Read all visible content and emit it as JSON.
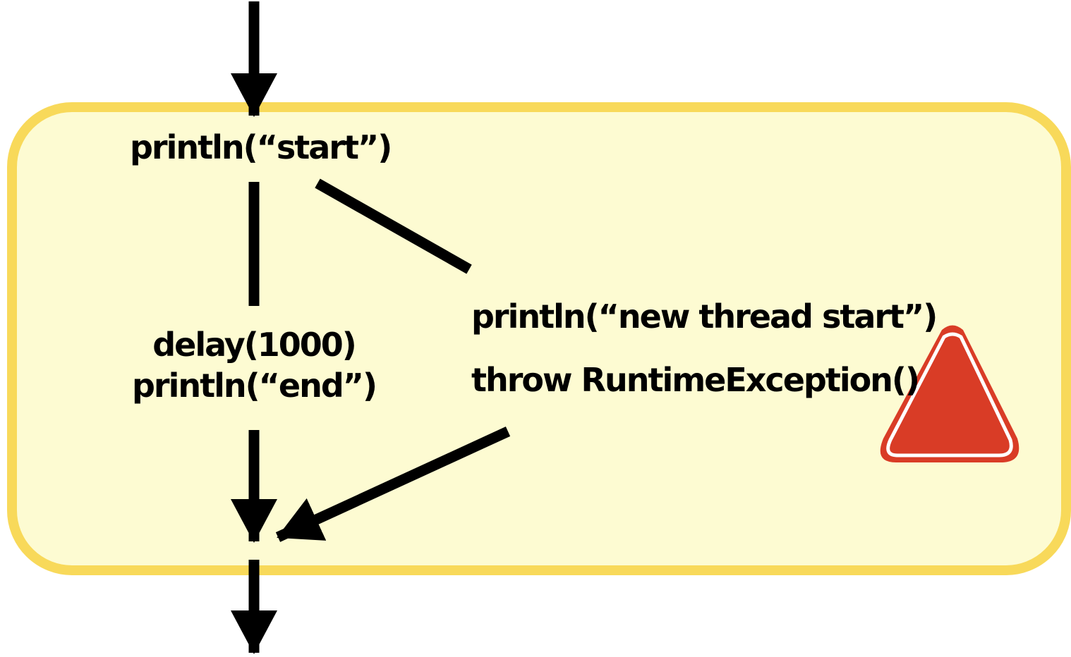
{
  "diagram": {
    "colors": {
      "box_fill": "#fdfbd2",
      "box_border": "#f8d95a",
      "arrow": "#000000",
      "warning_fill": "#d93c26",
      "warning_inner_stroke": "#ffffff"
    },
    "nodes": {
      "start": "println(“start”)",
      "delay": "delay(1000)",
      "end": "println(“end”)",
      "new_thread_start": "println(“new thread start”)",
      "throw": "throw RuntimeException()"
    },
    "icons": {
      "warning": "warning-triangle-icon"
    }
  }
}
